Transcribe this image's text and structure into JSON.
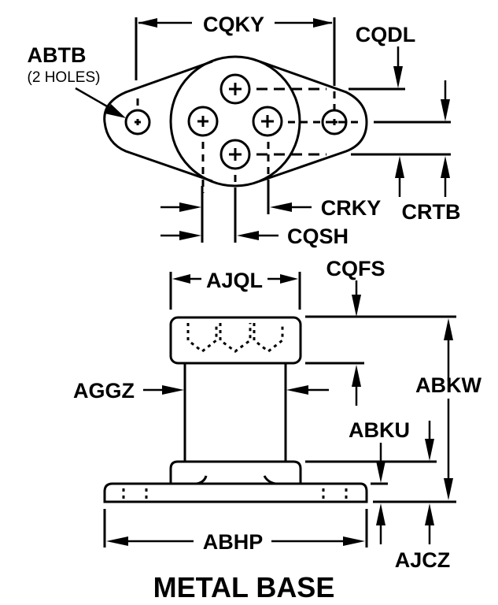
{
  "diagram": {
    "title": "METAL BASE",
    "top_view": {
      "labels": {
        "mounting_hole": "ABTB",
        "mounting_hole_note": "(2 HOLES)",
        "hole_spacing": "CQKY",
        "pin_offset_vertical": "CQDL",
        "pin_row_spacing": "CRTB",
        "pin_spacing_right": "CRKY",
        "pin_spacing_center": "CQSH"
      }
    },
    "side_view": {
      "labels": {
        "cap_width": "AJQL",
        "cap_height": "CQFS",
        "body_width": "AGGZ",
        "overall_height": "ABKW",
        "base_step_height": "ABKU",
        "flange_width": "ABHP",
        "flange_thickness": "AJCZ"
      }
    }
  }
}
